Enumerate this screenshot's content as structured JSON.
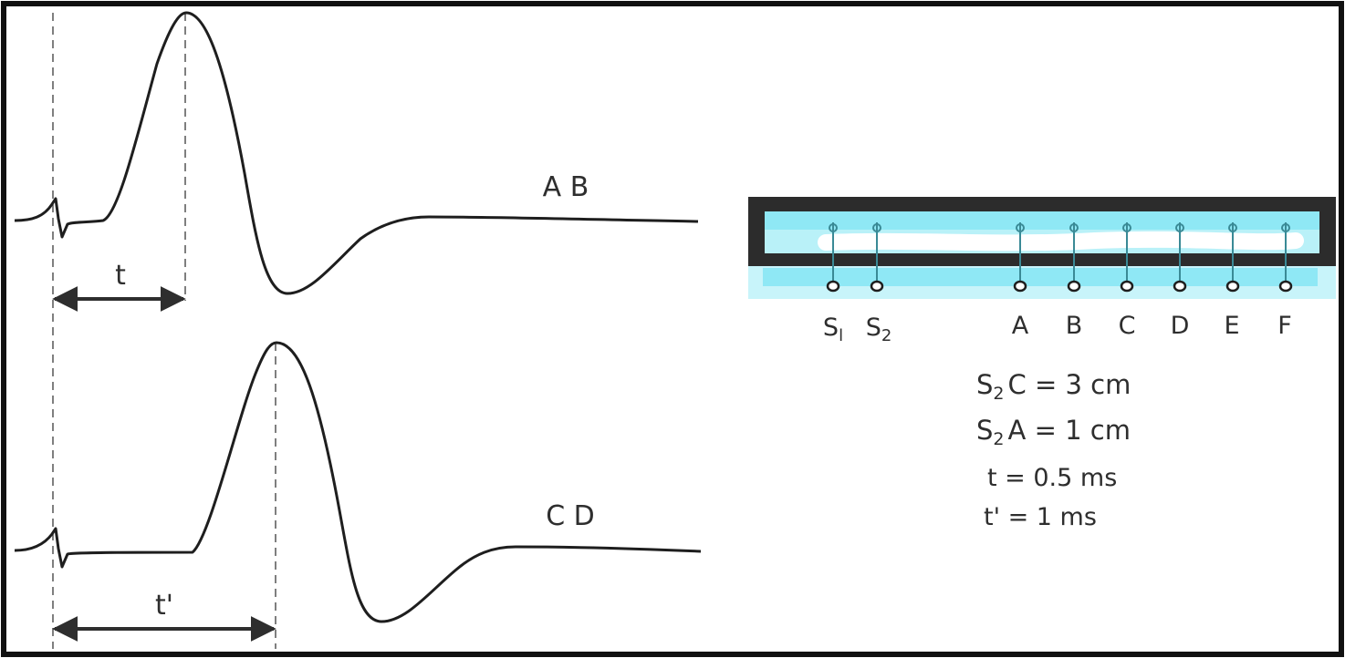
{
  "traces": [
    {
      "id": "ab",
      "label": "A B",
      "interval_label": "t"
    },
    {
      "id": "cd",
      "label": "C D",
      "interval_label": "t'"
    }
  ],
  "electrodes": [
    {
      "id": "s1",
      "main": "S",
      "sub": "l"
    },
    {
      "id": "s2",
      "main": "S",
      "sub": "2"
    },
    {
      "id": "a",
      "main": "A",
      "sub": ""
    },
    {
      "id": "b",
      "main": "B",
      "sub": ""
    },
    {
      "id": "c",
      "main": "C",
      "sub": ""
    },
    {
      "id": "d",
      "main": "D",
      "sub": ""
    },
    {
      "id": "e",
      "main": "E",
      "sub": ""
    },
    {
      "id": "f",
      "main": "F",
      "sub": ""
    }
  ],
  "measurements": [
    {
      "id": "s2c",
      "main": "S",
      "sub": "2",
      "rest": "C = 3 cm"
    },
    {
      "id": "s2a",
      "main": "S",
      "sub": "2",
      "rest": "A = 1 cm"
    },
    {
      "id": "t",
      "main": "",
      "sub": "",
      "rest": "t = 0.5 ms"
    },
    {
      "id": "tprime",
      "main": "",
      "sub": "",
      "rest": "t' = 1 ms"
    }
  ],
  "colors": {
    "frame": "#111111",
    "trace": "#1e1e1e",
    "chamber_wall": "#2c2c2c",
    "solution": "#8fe8f5",
    "solution_light": "#c8f4fa",
    "nerve": "#ffffff",
    "electrode": "#3a8a96"
  }
}
